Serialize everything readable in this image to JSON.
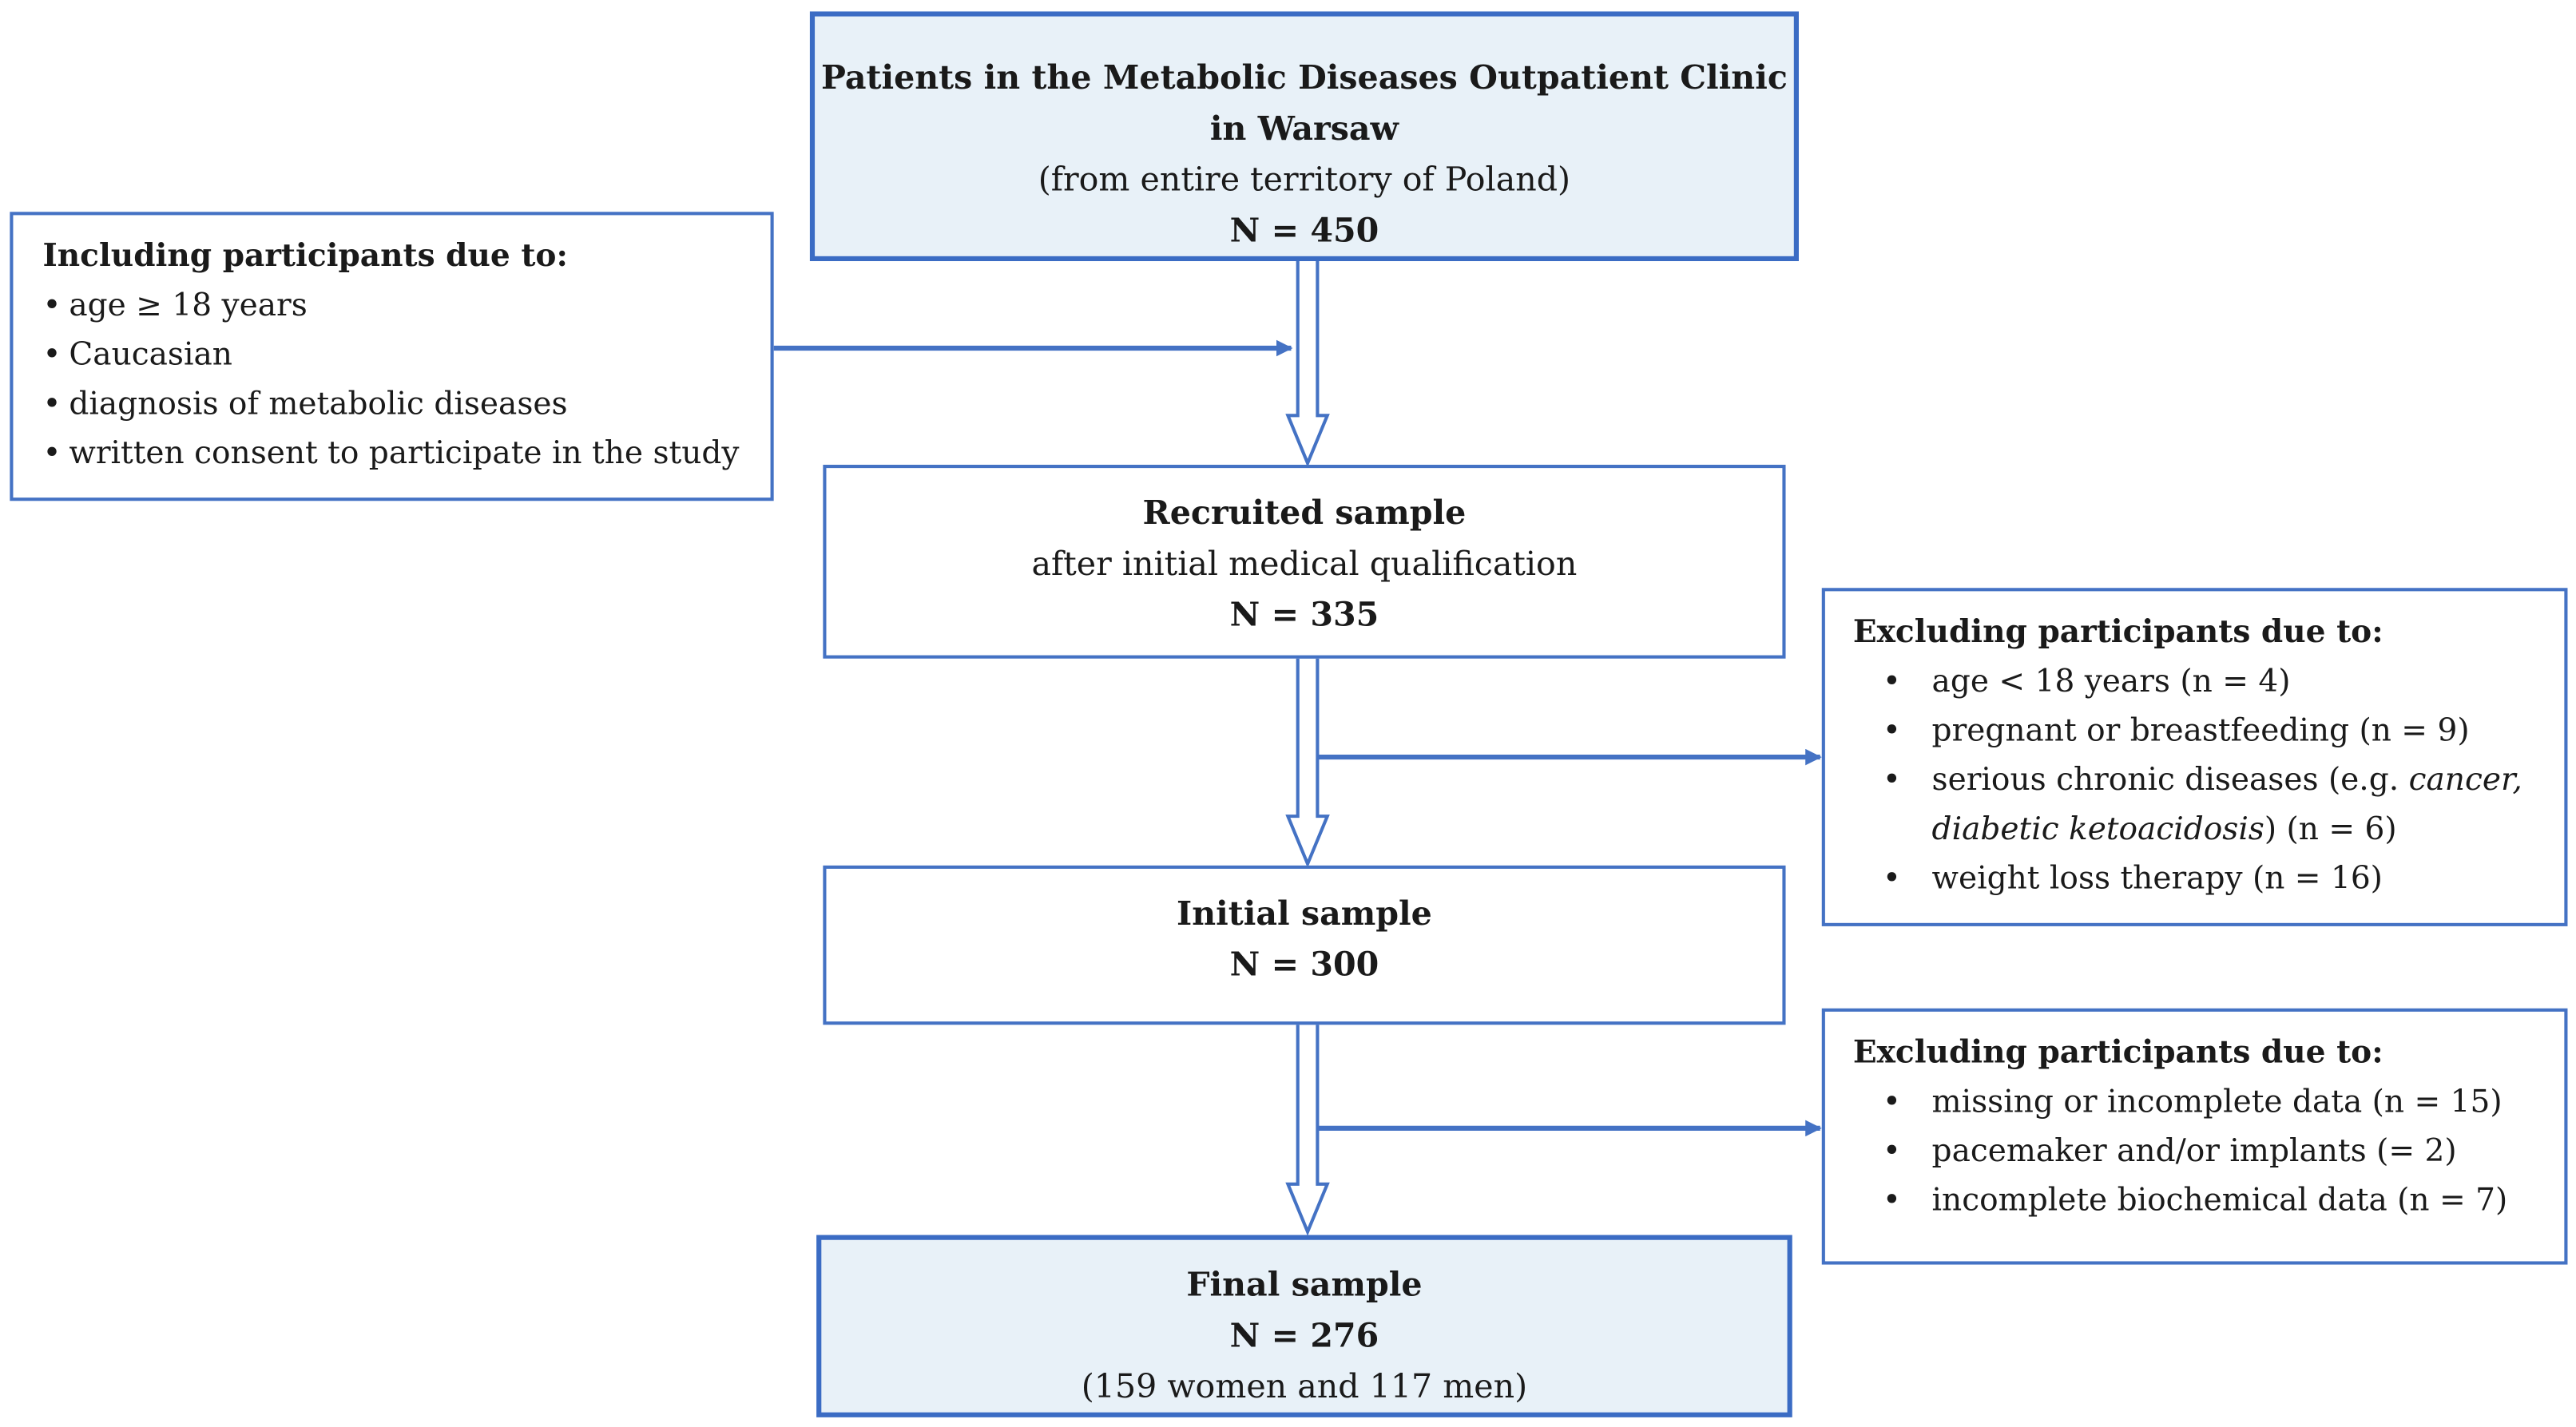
{
  "top_box": {
    "line1": "Patients in the Metabolic Diseases Outpatient Clinic",
    "line2": "in Warsaw",
    "line3": "(from entire territory of Poland)",
    "line4": "N = 450"
  },
  "inclusion": {
    "heading": "Including participants due to:",
    "items": [
      "age ≥ 18 years",
      "Caucasian",
      "diagnosis of metabolic diseases",
      "written consent to participate in the study"
    ]
  },
  "recruited_box": {
    "title": "Recruited sample",
    "subtitle": "after initial medical qualification",
    "count": "N = 335"
  },
  "exclusion1": {
    "heading": "Excluding participants due to:",
    "item1": "age < 18 years (n = 4)",
    "item2": "pregnant or breastfeeding (n = 9)",
    "item3_pre": "serious chronic diseases (e.g. ",
    "item3_italic": "cancer, diabetic ketoacidosis",
    "item3_post": ") (n = 6)",
    "item4": "weight loss therapy (n = 16)"
  },
  "initial_box": {
    "title": "Initial sample",
    "count": "N = 300"
  },
  "exclusion2": {
    "heading": "Excluding participants due to:",
    "items": [
      "missing or incomplete data (n = 15)",
      "pacemaker and/or implants (= 2)",
      "incomplete biochemical data (n = 7)"
    ]
  },
  "final_box": {
    "title": "Final sample",
    "count": "N = 276",
    "detail": "(159 women and 117 men)"
  },
  "colors": {
    "border": "#4472c4",
    "shaded_fill": "#e8f1f8",
    "arrow": "#4472c4"
  }
}
